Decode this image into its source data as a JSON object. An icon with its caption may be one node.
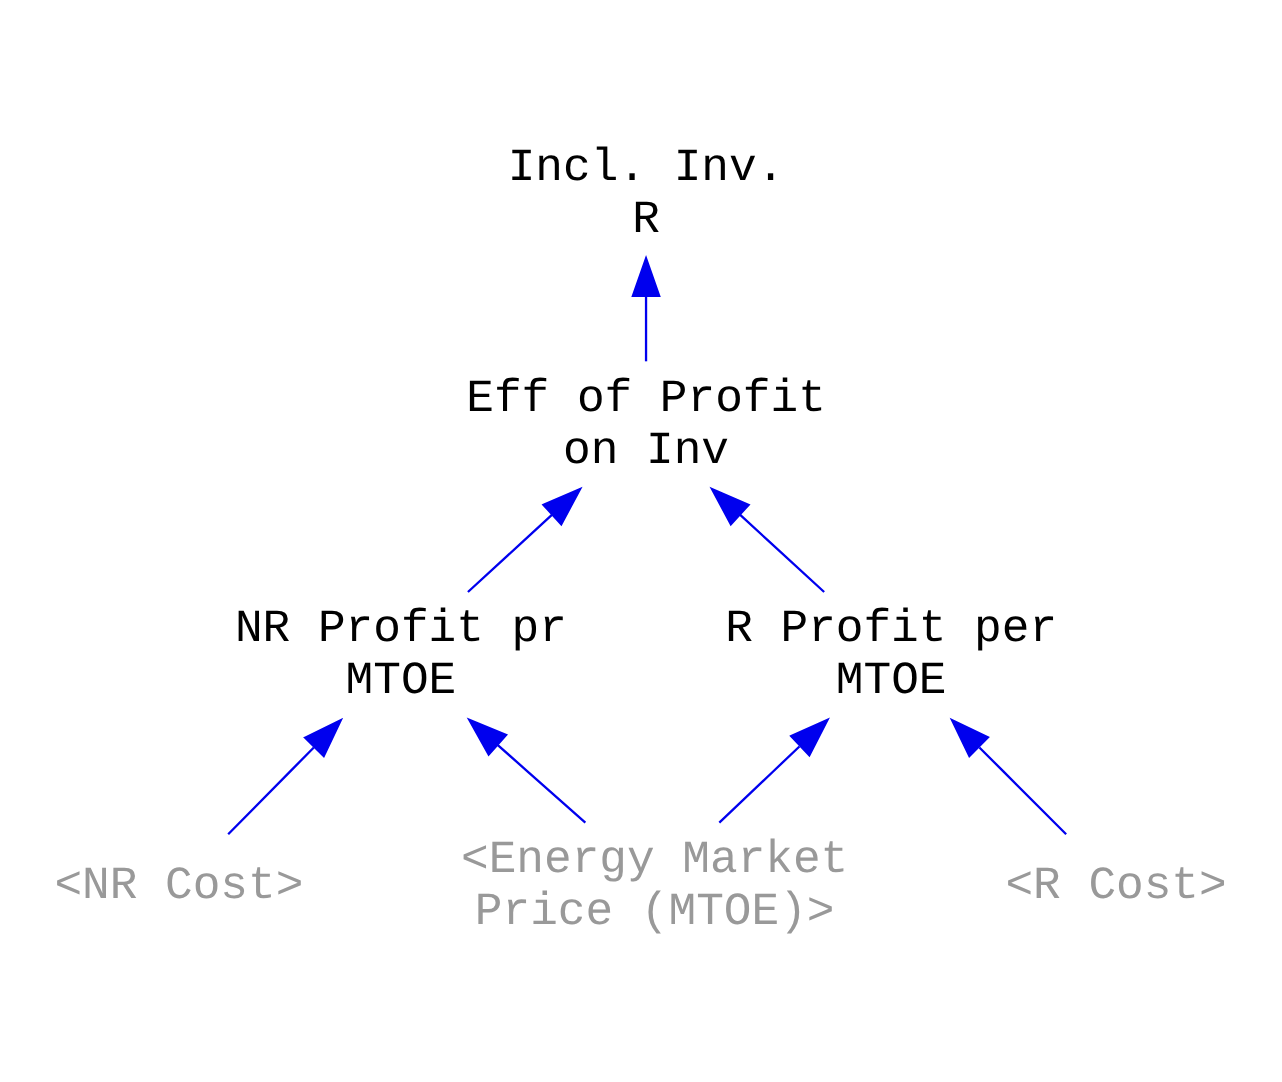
{
  "diagram": {
    "nodes": [
      {
        "text": [
          "Incl. Inv. R"
        ]
      },
      {
        "text": [
          "Eff of Profit on Inv"
        ]
      },
      {
        "text": [
          "NR Profit pr MTOE"
        ]
      },
      {
        "text": [
          "R Profit per MTOE"
        ]
      },
      {
        "text": [
          "<NR Cost>"
        ]
      },
      {
        "text": [
          "<Energy Market Price (MTOE)>"
        ]
      },
      {
        "text": [
          "<R Cost>"
        ]
      }
    ],
    "edges": [
      {
        "from": 1,
        "to": 0,
        "arrow": "to"
      },
      {
        "from": 2,
        "to": 1,
        "arrow": "to"
      },
      {
        "from": 3,
        "to": 1,
        "arrow": "to"
      },
      {
        "from": 4,
        "to": 2,
        "arrow": "to"
      },
      {
        "from": 5,
        "to": 2,
        "arrow": "to"
      },
      {
        "from": 5,
        "to": 3,
        "arrow": "to"
      },
      {
        "from": 6,
        "to": 3,
        "arrow": "to"
      }
    ]
  }
}
